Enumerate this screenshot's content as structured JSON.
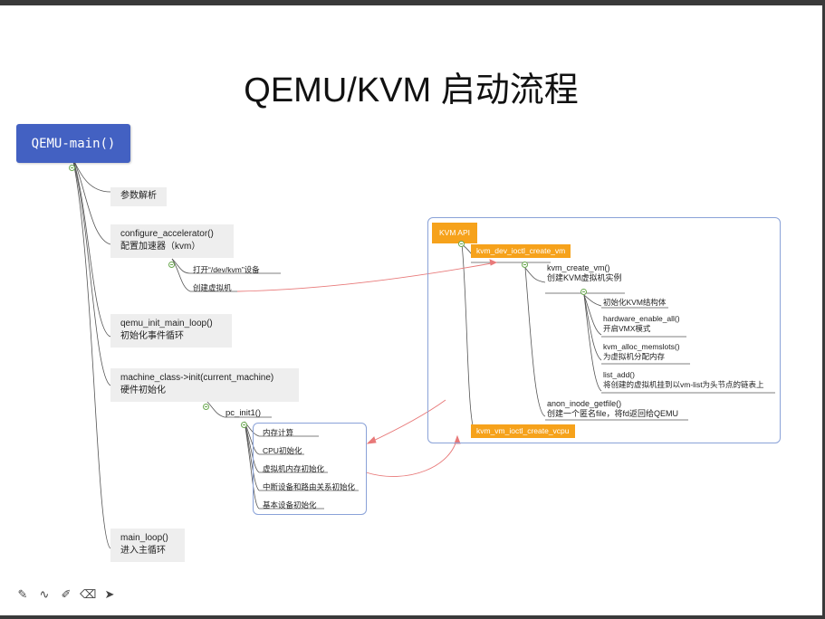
{
  "title": "QEMU/KVM 启动流程",
  "root": "QEMU-main()",
  "branches": {
    "param": "参数解析",
    "accel": [
      "configure_accelerator()",
      "配置加速器（kvm）"
    ],
    "open_kvm": "打开“/dev/kvm”设备",
    "create_vm": "创建虚拟机",
    "init_loop": [
      "qemu_init_main_loop()",
      "初始化事件循环"
    ],
    "machine": [
      "machine_class->init(current_machine)",
      "硬件初始化"
    ],
    "pc_init1": "pc_init1()",
    "pc_items": [
      "内存计算",
      "CPU初始化",
      "虚拟机内存初始化",
      "中断设备和路由关系初始化",
      "基本设备初始化"
    ],
    "main_loop": [
      "main_loop()",
      "进入主循环"
    ]
  },
  "kvm_api": {
    "title": "KVM API",
    "ioctl_vm": "kvm_dev_ioctl_create_vm",
    "create_vm": [
      "kvm_create_vm()",
      "创建KVM虚拟机实例"
    ],
    "sub": [
      [
        "初始化KVM结构体"
      ],
      [
        "hardware_enable_all()",
        "开启VMX模式"
      ],
      [
        "kvm_alloc_memslots()",
        "为虚拟机分配内存"
      ],
      [
        "list_add()",
        "将创建的虚拟机挂到以vm-list为头节点的链表上"
      ]
    ],
    "anon": [
      "anon_inode_getfile()",
      "创建一个匿名file，将fd返回给QEMU"
    ],
    "ioctl_vcpu": "kvm_vm_ioctl_create_vcpu"
  },
  "toolbar": [
    "pen-icon",
    "curve-icon",
    "highlighter-icon",
    "eraser-icon",
    "pointer-icon"
  ]
}
